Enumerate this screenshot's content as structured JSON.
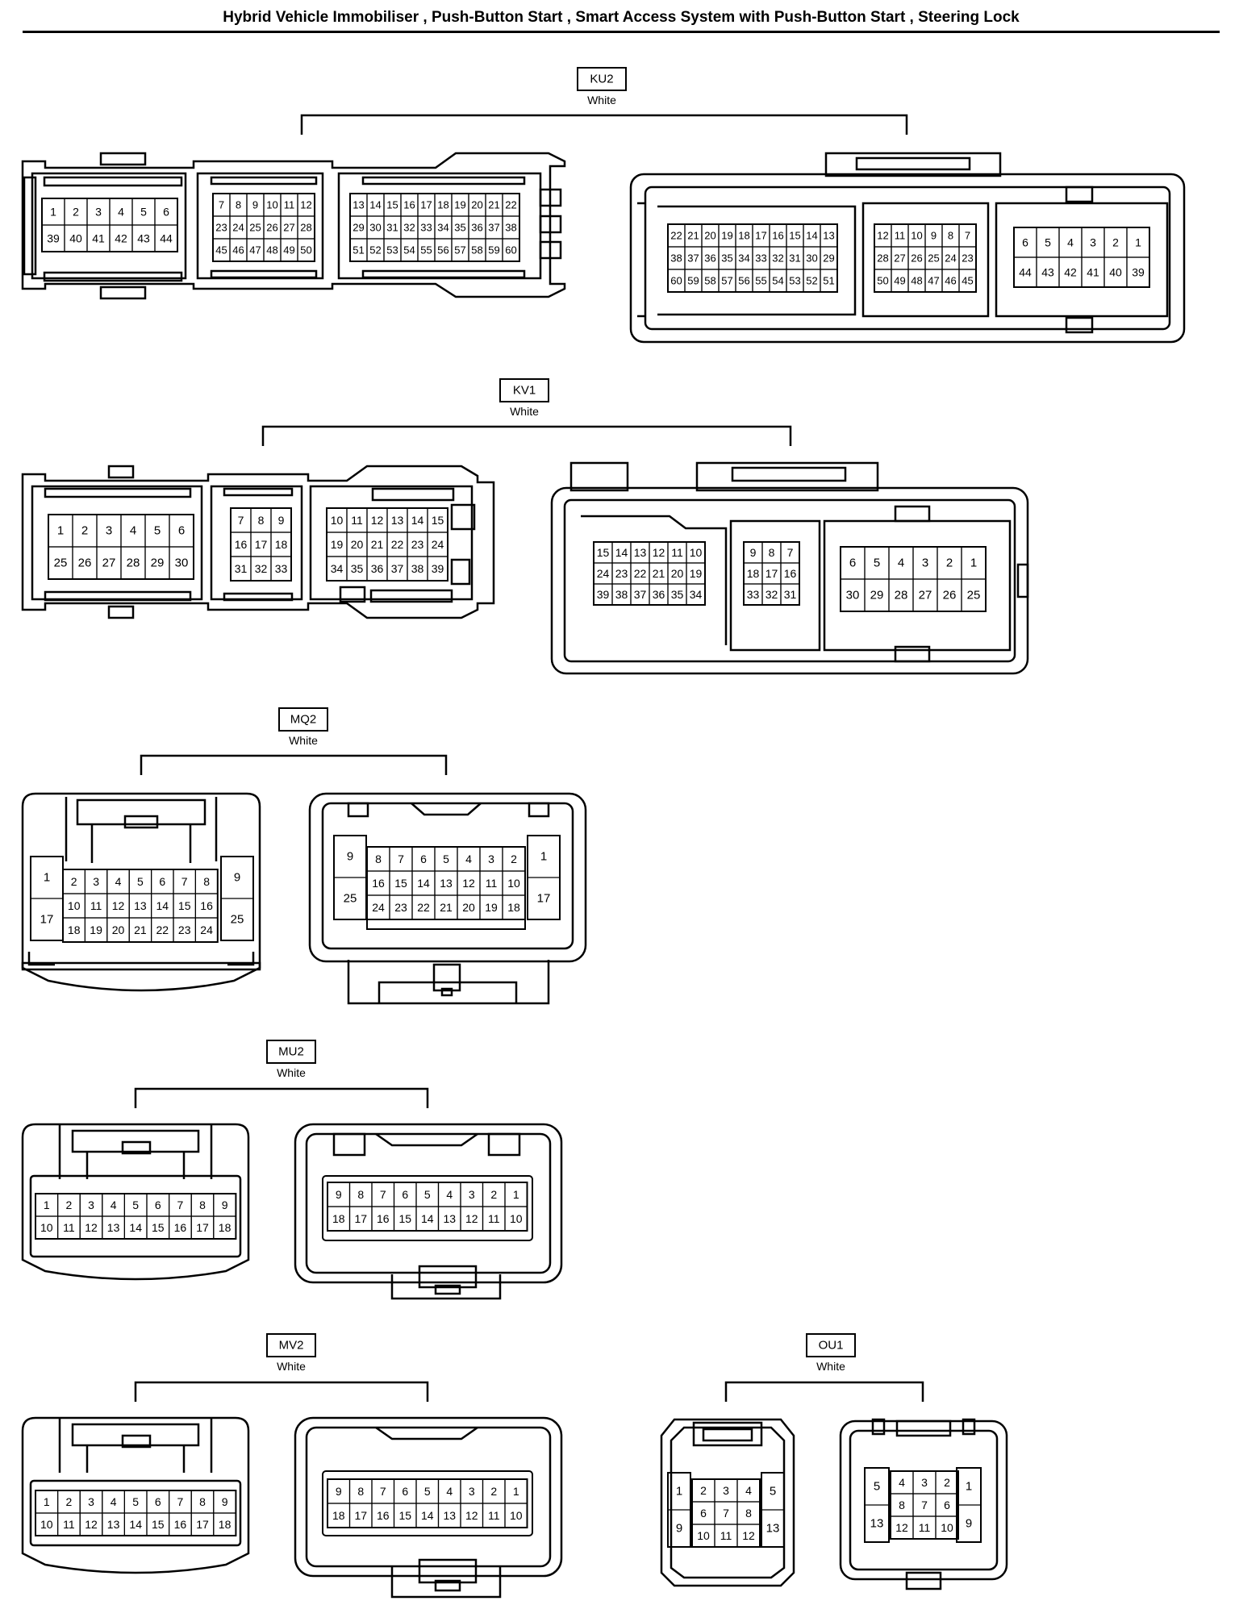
{
  "page_title": "Hybrid Vehicle Immobiliser , Push-Button Start , Smart Access System with Push-Button Start , Steering Lock",
  "connectors": [
    {
      "id": "KU2",
      "color": "White",
      "views": [
        {
          "blocks": [
            [
              [
                "1",
                "2",
                "3",
                "4",
                "5",
                "6"
              ],
              [
                "39",
                "40",
                "41",
                "42",
                "43",
                "44"
              ]
            ],
            [
              [
                "7",
                "8",
                "9",
                "10",
                "11",
                "12"
              ],
              [
                "23",
                "24",
                "25",
                "26",
                "27",
                "28"
              ],
              [
                "45",
                "46",
                "47",
                "48",
                "49",
                "50"
              ]
            ],
            [
              [
                "13",
                "14",
                "15",
                "16",
                "17",
                "18",
                "19",
                "20",
                "21",
                "22"
              ],
              [
                "29",
                "30",
                "31",
                "32",
                "33",
                "34",
                "35",
                "36",
                "37",
                "38"
              ],
              [
                "51",
                "52",
                "53",
                "54",
                "55",
                "56",
                "57",
                "58",
                "59",
                "60"
              ]
            ]
          ]
        },
        {
          "blocks": [
            [
              [
                "22",
                "21",
                "20",
                "19",
                "18",
                "17",
                "16",
                "15",
                "14",
                "13"
              ],
              [
                "38",
                "37",
                "36",
                "35",
                "34",
                "33",
                "32",
                "31",
                "30",
                "29"
              ],
              [
                "60",
                "59",
                "58",
                "57",
                "56",
                "55",
                "54",
                "53",
                "52",
                "51"
              ]
            ],
            [
              [
                "12",
                "11",
                "10",
                "9",
                "8",
                "7"
              ],
              [
                "28",
                "27",
                "26",
                "25",
                "24",
                "23"
              ],
              [
                "50",
                "49",
                "48",
                "47",
                "46",
                "45"
              ]
            ],
            [
              [
                "6",
                "5",
                "4",
                "3",
                "2",
                "1"
              ],
              [
                "44",
                "43",
                "42",
                "41",
                "40",
                "39"
              ]
            ]
          ]
        }
      ]
    },
    {
      "id": "KV1",
      "color": "White",
      "views": [
        {
          "blocks": [
            [
              [
                "1",
                "2",
                "3",
                "4",
                "5",
                "6"
              ],
              [
                "25",
                "26",
                "27",
                "28",
                "29",
                "30"
              ]
            ],
            [
              [
                "7",
                "8",
                "9"
              ],
              [
                "16",
                "17",
                "18"
              ],
              [
                "31",
                "32",
                "33"
              ]
            ],
            [
              [
                "10",
                "11",
                "12",
                "13",
                "14",
                "15"
              ],
              [
                "19",
                "20",
                "21",
                "22",
                "23",
                "24"
              ],
              [
                "34",
                "35",
                "36",
                "37",
                "38",
                "39"
              ]
            ]
          ]
        },
        {
          "blocks": [
            [
              [
                "15",
                "14",
                "13",
                "12",
                "11",
                "10"
              ],
              [
                "24",
                "23",
                "22",
                "21",
                "20",
                "19"
              ],
              [
                "39",
                "38",
                "37",
                "36",
                "35",
                "34"
              ]
            ],
            [
              [
                "9",
                "8",
                "7"
              ],
              [
                "18",
                "17",
                "16"
              ],
              [
                "33",
                "32",
                "31"
              ]
            ],
            [
              [
                "6",
                "5",
                "4",
                "3",
                "2",
                "1"
              ],
              [
                "30",
                "29",
                "28",
                "27",
                "26",
                "25"
              ]
            ]
          ]
        }
      ]
    },
    {
      "id": "MQ2",
      "color": "White",
      "views": [
        {
          "side_left": [
            "1",
            "17"
          ],
          "side_right": [
            "9",
            "25"
          ],
          "rows": [
            [
              "2",
              "3",
              "4",
              "5",
              "6",
              "7",
              "8"
            ],
            [
              "10",
              "11",
              "12",
              "13",
              "14",
              "15",
              "16"
            ],
            [
              "18",
              "19",
              "20",
              "21",
              "22",
              "23",
              "24"
            ]
          ]
        },
        {
          "side_left": [
            "9",
            "25"
          ],
          "side_right": [
            "1",
            "17"
          ],
          "rows": [
            [
              "8",
              "7",
              "6",
              "5",
              "4",
              "3",
              "2"
            ],
            [
              "16",
              "15",
              "14",
              "13",
              "12",
              "11",
              "10"
            ],
            [
              "24",
              "23",
              "22",
              "21",
              "20",
              "19",
              "18"
            ]
          ]
        }
      ]
    },
    {
      "id": "MU2",
      "color": "White",
      "views": [
        {
          "rows": [
            [
              "1",
              "2",
              "3",
              "4",
              "5",
              "6",
              "7",
              "8",
              "9"
            ],
            [
              "10",
              "11",
              "12",
              "13",
              "14",
              "15",
              "16",
              "17",
              "18"
            ]
          ]
        },
        {
          "rows": [
            [
              "9",
              "8",
              "7",
              "6",
              "5",
              "4",
              "3",
              "2",
              "1"
            ],
            [
              "18",
              "17",
              "16",
              "15",
              "14",
              "13",
              "12",
              "11",
              "10"
            ]
          ]
        }
      ]
    },
    {
      "id": "MV2",
      "color": "White",
      "views": [
        {
          "rows": [
            [
              "1",
              "2",
              "3",
              "4",
              "5",
              "6",
              "7",
              "8",
              "9"
            ],
            [
              "10",
              "11",
              "12",
              "13",
              "14",
              "15",
              "16",
              "17",
              "18"
            ]
          ]
        },
        {
          "rows": [
            [
              "9",
              "8",
              "7",
              "6",
              "5",
              "4",
              "3",
              "2",
              "1"
            ],
            [
              "18",
              "17",
              "16",
              "15",
              "14",
              "13",
              "12",
              "11",
              "10"
            ]
          ]
        }
      ]
    },
    {
      "id": "OU1",
      "color": "White",
      "views": [
        {
          "side_left": [
            "1",
            "9"
          ],
          "side_right": [
            "5",
            "13"
          ],
          "rows": [
            [
              "2",
              "3",
              "4"
            ],
            [
              "6",
              "7",
              "8"
            ],
            [
              "10",
              "11",
              "12"
            ]
          ]
        },
        {
          "side_left": [
            "5",
            "13"
          ],
          "side_right": [
            "1",
            "9"
          ],
          "rows": [
            [
              "4",
              "3",
              "2"
            ],
            [
              "8",
              "7",
              "6"
            ],
            [
              "12",
              "11",
              "10"
            ]
          ]
        }
      ]
    }
  ]
}
